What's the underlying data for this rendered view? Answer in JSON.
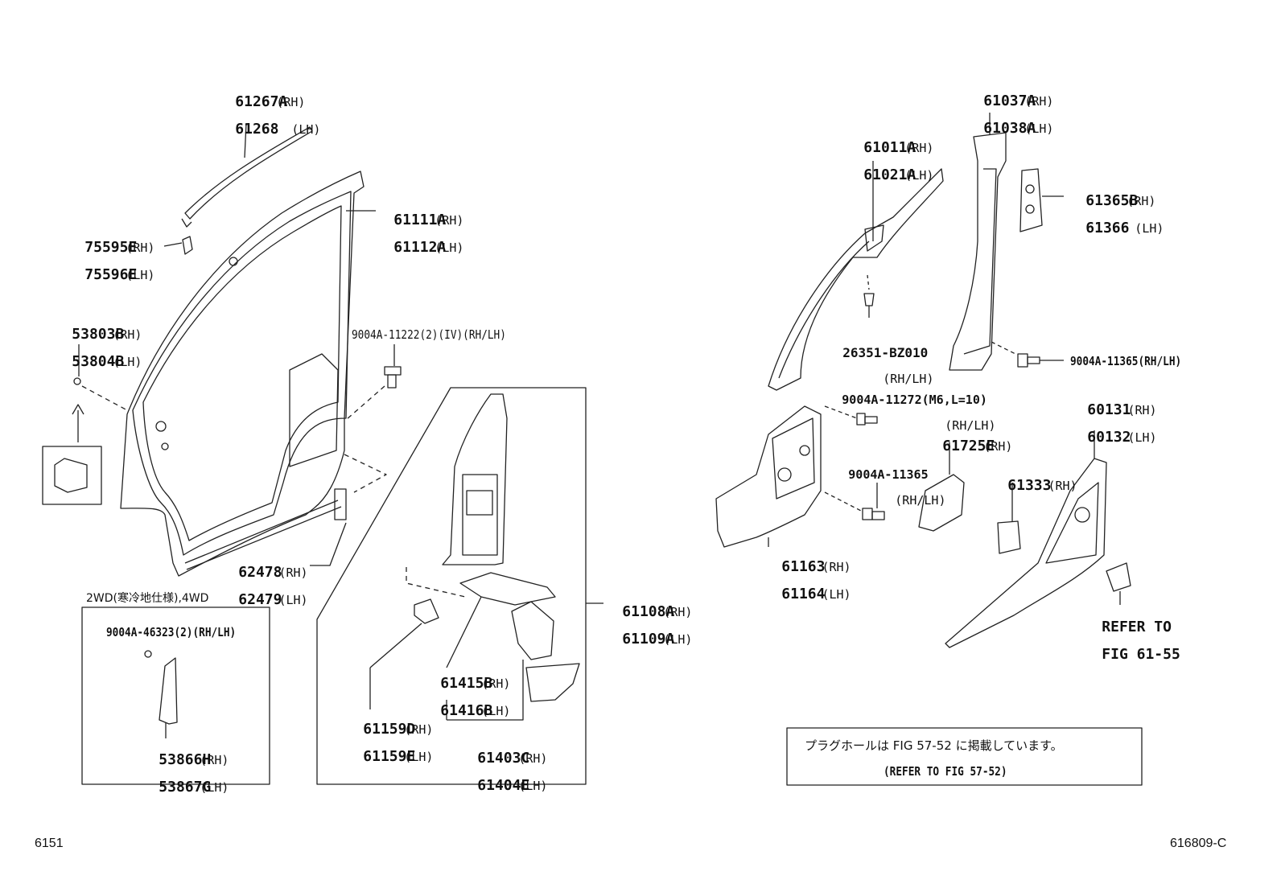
{
  "callouts": {
    "c61267": {
      "l1": "61267A",
      "s1": "(RH)",
      "l2": "61268 ",
      "s2": " (LH)"
    },
    "c75595": {
      "l1": "75595E",
      "s1": "(RH)",
      "l2": "75596E",
      "s2": "(LH)"
    },
    "c53803": {
      "l1": "53803B",
      "s1": "(RH)",
      "l2": "53804B",
      "s2": "(LH)"
    },
    "c61111": {
      "l1": "61111A",
      "s1": "(RH)",
      "l2": "61112A",
      "s2": "(LH)"
    },
    "c9004_11222": {
      "text": "9004A-11222(2)(IV)(RH/LH)"
    },
    "c62478": {
      "l1": "62478",
      "s1": "(RH)",
      "l2": "62479",
      "s2": "(LH)"
    },
    "c61108": {
      "l1": "61108A",
      "s1": "(RH)",
      "l2": "61109A",
      "s2": "(LH)"
    },
    "c61415": {
      "l1": "61415B",
      "s1": "(RH)",
      "l2": "61416B",
      "s2": "(LH)"
    },
    "c61159": {
      "l1": "61159D",
      "s1": "(RH)",
      "l2": "61159E",
      "s2": "(LH)"
    },
    "c61403": {
      "l1": "61403C",
      "s1": "(RH)",
      "l2": "61404E",
      "s2": "(LH)"
    },
    "c9004_46323": {
      "text": "9004A-46323(2)(RH/LH)"
    },
    "c53866": {
      "l1": "53866H",
      "s1": "(RH)",
      "l2": "53867G",
      "s2": "(LH)"
    },
    "c61037": {
      "l1": "61037A",
      "s1": "(RH)",
      "l2": "61038A",
      "s2": "(LH)"
    },
    "c61011": {
      "l1": "61011A",
      "s1": "(RH)",
      "l2": "61021A",
      "s2": "(LH)"
    },
    "c61365": {
      "l1": "61365B",
      "s1": "(RH)",
      "l2": "61366 ",
      "s2": "(LH)"
    },
    "c26351": {
      "l1": "26351-BZ010",
      "l2": "(RH/LH)"
    },
    "c9004_11365a": {
      "text": "9004A-11365(RH/LH)"
    },
    "c9004_11272": {
      "l1": "9004A-11272(M6,L=10)",
      "l2": "(RH/LH)"
    },
    "c60131": {
      "l1": "60131",
      "s1": "(RH)",
      "l2": "60132",
      "s2": "(LH)"
    },
    "c61725": {
      "l1": "61725E",
      "s1": "(RH)"
    },
    "c9004_11365b": {
      "l1": "9004A-11365",
      "l2": "(RH/LH)"
    },
    "c61333": {
      "l1": "61333",
      "s1": "(RH)"
    },
    "c61163": {
      "l1": "61163",
      "s1": "(RH)",
      "l2": "61164",
      "s2": "(LH)"
    },
    "refer": {
      "l1": "REFER TO",
      "l2": "FIG 61-55"
    }
  },
  "variant_box": {
    "title": "2WD(寒冷地仕様),4WD"
  },
  "note_box": {
    "jp": "プラグホールは FIG 57-52 に掲載しています。",
    "en": "(REFER TO FIG 57-52)"
  },
  "footer": {
    "left": "6151",
    "right": "616809-C"
  }
}
